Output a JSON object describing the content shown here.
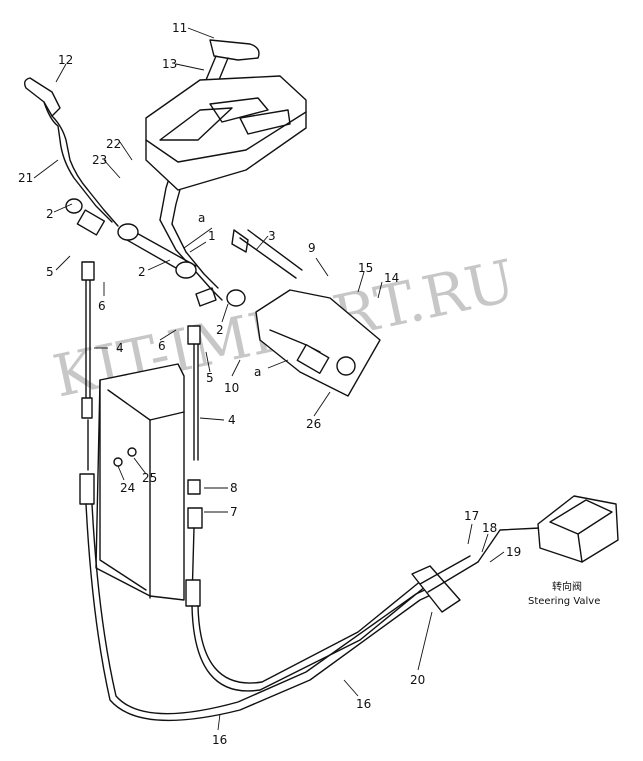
{
  "watermark": "KIT-IMPORT.RU",
  "steering_valve": {
    "label_cn": "转向阀",
    "label_en": "Steering Valve"
  },
  "callouts": {
    "c1": "1",
    "c2a": "2",
    "c2b": "2",
    "c2c": "2",
    "c3": "3",
    "c4a": "4",
    "c4b": "4",
    "c5a": "5",
    "c5b": "5",
    "c6a": "6",
    "c6b": "6",
    "c7": "7",
    "c8": "8",
    "c9": "9",
    "c10": "10",
    "c11": "11",
    "c12": "12",
    "c13": "13",
    "c14": "14",
    "c15": "15",
    "c16a": "16",
    "c16b": "16",
    "c17": "17",
    "c18": "18",
    "c19": "19",
    "c20": "20",
    "c21": "21",
    "c22": "22",
    "c23": "23",
    "c24": "24",
    "c25": "25",
    "c26": "26",
    "ca1": "a",
    "ca2": "a"
  }
}
